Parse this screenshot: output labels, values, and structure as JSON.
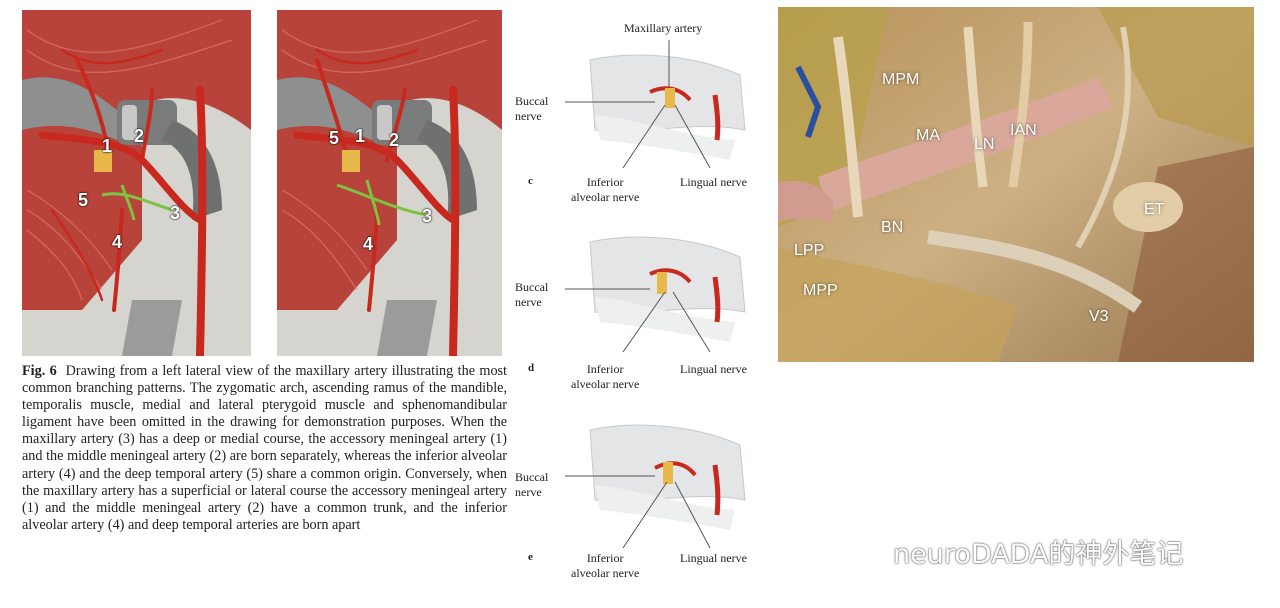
{
  "figure": {
    "panel_a_labels": [
      "1",
      "2",
      "3",
      "4",
      "5"
    ],
    "panel_b_labels": [
      "5",
      "1",
      "2",
      "3",
      "4"
    ]
  },
  "caption": {
    "label": "Fig. 6",
    "text": "Drawing from a left lateral view of the maxillary artery illustrating the most common branching patterns. The zygomatic arch, ascending ramus of the mandible, temporalis muscle, medial and lateral pterygoid muscle and sphenomandibular ligament have been omitted in the drawing for demonstration purposes. When the maxillary artery (3) has a deep or medial course, the accessory meningeal artery (1) and the middle meningeal artery (2) are born separately, whereas the inferior alveolar artery (4) and the deep temporal artery (5) share a common origin. Conversely, when the maxillary artery has a superficial or lateral course the accessory meningeal artery (1) and the middle meningeal artery (2) have a common trunk, and the inferior alveolar artery (4) and deep temporal arteries are born apart"
  },
  "diagrams": {
    "top_label": "Maxillary artery",
    "panels": [
      {
        "letter": "c",
        "buccal": "Buccal\nnerve",
        "inferior": "Inferior\nalveolar nerve",
        "lingual": "Lingual nerve"
      },
      {
        "letter": "d",
        "buccal": "Buccal\nnerve",
        "inferior": "Inferior\nalveolar nerve",
        "lingual": "Lingual nerve"
      },
      {
        "letter": "e",
        "buccal": "Buccal\nnerve",
        "inferior": "Inferior\nalveolar nerve",
        "lingual": "Lingual nerve"
      }
    ]
  },
  "photo": {
    "labels": [
      "MPM",
      "MA",
      "LN",
      "IAN",
      "BN",
      "ET",
      "LPP",
      "MPP",
      "V3"
    ]
  },
  "watermark": {
    "text": "neuroDADA的神外笔记",
    "icon": "wechat-icon"
  },
  "colors": {
    "artery": "#c8281e",
    "muscle": "#b8433a",
    "nerve": "#7ec241",
    "bone": "#8e9090",
    "photo_bg": "#c9a77a"
  }
}
